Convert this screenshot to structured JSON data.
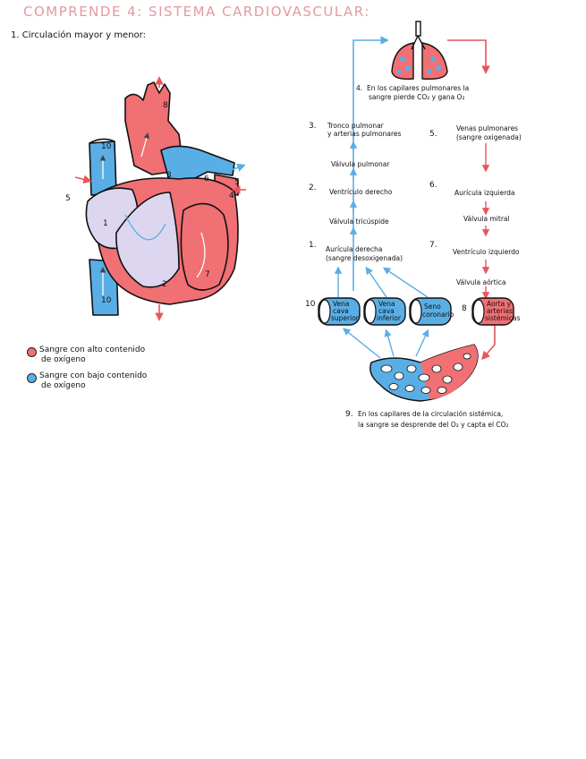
{
  "title": "COMPRENDE 4: SISTEMA CARDIOVASCULAR:",
  "subtitle": "1. Circulación mayor y menor:",
  "colors": {
    "oxygenated": "#f07074",
    "deoxygenated": "#5aaee6",
    "title": "#e39aa0",
    "lavender": "#ddd6f0"
  },
  "heart_numbers": {
    "n10_top": "10",
    "n8": "8",
    "n5": "5",
    "n3": "3",
    "n6": "6",
    "n5r": "5",
    "n4": "4",
    "n1": "1",
    "n2": "2",
    "n7": "7",
    "n10_bottom": "10"
  },
  "legend": [
    {
      "color": "#f07074",
      "text1": "Sangre con alto contenido",
      "text2": "de oxígeno"
    },
    {
      "color": "#5aaee6",
      "text1": "Sangre con bajo contenido",
      "text2": "de oxígeno"
    }
  ],
  "flow": {
    "lungs_note": {
      "num": "4.",
      "line1": "En los capilares pulmonares la",
      "line2": "sangre pierde CO₂ y gana O₂"
    },
    "left": [
      {
        "num": "3.",
        "line1": "Tronco pulmonar",
        "line2": "y arterias pulmonares"
      },
      {
        "num": "",
        "line1": "Válvula pulmonar",
        "line2": ""
      },
      {
        "num": "2.",
        "line1": "Ventrículo derecho",
        "line2": ""
      },
      {
        "num": "",
        "line1": "Válvula tricúspide",
        "line2": ""
      },
      {
        "num": "1.",
        "line1": "Aurícula derecha",
        "line2": "(sangre desoxigenada)"
      }
    ],
    "right": [
      {
        "num": "5.",
        "line1": "Venas pulmonares",
        "line2": "(sangre oxigenada)"
      },
      {
        "num": "6.",
        "line1": "Aurícula izquierda",
        "line2": ""
      },
      {
        "num": "",
        "line1": "Válvula mitral",
        "line2": ""
      },
      {
        "num": "7.",
        "line1": "Ventrículo izquierdo",
        "line2": ""
      },
      {
        "num": "",
        "line1": "Válvula aórtica",
        "line2": ""
      }
    ],
    "vessels": {
      "num10": "10",
      "vcs": [
        "Vena",
        "cava",
        "superior"
      ],
      "vci": [
        "Vena",
        "cava",
        "inferior"
      ],
      "seno": [
        "Seno",
        "coronario"
      ],
      "num8": "8",
      "aorta": [
        "Aorta y",
        "arterias",
        "sistémicas"
      ]
    },
    "capillaries_note": {
      "num": "9.",
      "line1": "En los capilares de la circulación sistémica,",
      "line2": "la sangre se desprende del O₂ y capta el CO₂"
    }
  }
}
